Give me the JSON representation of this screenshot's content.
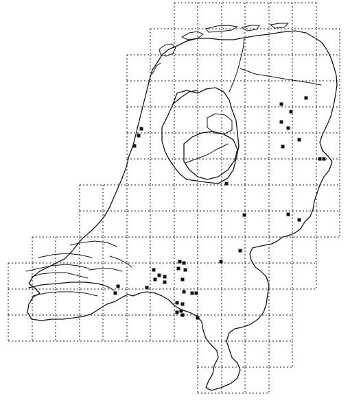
{
  "map": {
    "type": "distribution-grid-map",
    "region": "Netherlands",
    "grid_lines": true,
    "marker_shape": "square",
    "colors": {
      "background": "#ffffff",
      "ink": "#111111"
    }
  }
}
